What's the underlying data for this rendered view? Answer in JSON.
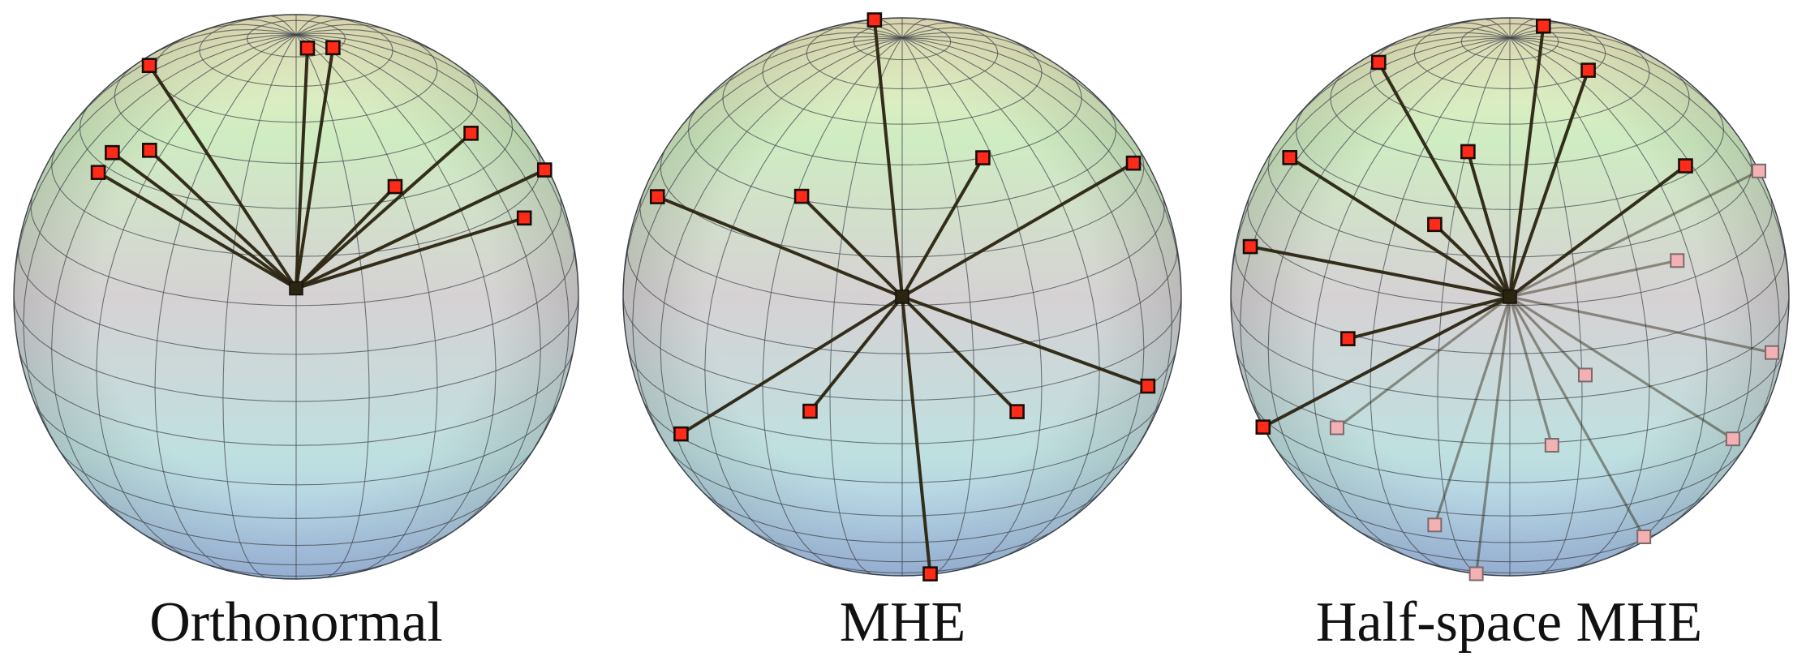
{
  "colors": {
    "top": "#f6f0c4",
    "upper": "#cfecc2",
    "middle": "#d6d2d4",
    "lower": "#bfe0e0",
    "bottom": "#a8c4ec",
    "mesh": "#4a4f55",
    "spoke": "#2a2410",
    "marker_front": "#ff2a17",
    "marker_back": "#f3b1b4"
  },
  "panels": [
    {
      "caption": "Orthonormal",
      "hub": [
        0.0,
        0.03,
        0.999
      ],
      "points": [
        {
          "v": [
            -0.52,
            0.82,
            0.24
          ],
          "front": true
        },
        {
          "v": [
            0.04,
            0.88,
            0.47
          ],
          "front": true
        },
        {
          "v": [
            0.13,
            0.88,
            0.45
          ],
          "front": true
        },
        {
          "v": [
            -0.65,
            0.51,
            0.56
          ],
          "front": true
        },
        {
          "v": [
            -0.7,
            0.44,
            0.56
          ],
          "front": true
        },
        {
          "v": [
            -0.52,
            0.52,
            0.68
          ],
          "front": true
        },
        {
          "v": [
            0.62,
            0.58,
            0.53
          ],
          "front": true
        },
        {
          "v": [
            0.35,
            0.39,
            0.85
          ],
          "front": true
        },
        {
          "v": [
            0.92,
            0.47,
            0.16
          ],
          "front": true
        },
        {
          "v": [
            0.81,
            0.28,
            0.52
          ],
          "front": true
        }
      ]
    },
    {
      "caption": "MHE",
      "hub": [
        0.0,
        0.0,
        1.0
      ],
      "points": [
        {
          "v": [
            -0.1,
            1.0,
            0.07
          ],
          "front": true
        },
        {
          "v": [
            0.29,
            0.5,
            0.82
          ],
          "front": true
        },
        {
          "v": [
            0.83,
            0.48,
            0.29
          ],
          "front": true
        },
        {
          "v": [
            -0.88,
            0.36,
            0.32
          ],
          "front": true
        },
        {
          "v": [
            -0.36,
            0.36,
            0.86
          ],
          "front": true
        },
        {
          "v": [
            0.88,
            -0.32,
            0.35
          ],
          "front": true
        },
        {
          "v": [
            -0.79,
            -0.49,
            0.36
          ],
          "front": true
        },
        {
          "v": [
            -0.33,
            -0.41,
            0.85
          ],
          "front": true
        },
        {
          "v": [
            0.41,
            -0.41,
            0.81
          ],
          "front": true
        },
        {
          "v": [
            0.1,
            -0.99,
            0.06
          ],
          "front": true
        }
      ]
    },
    {
      "caption": "Half-space MHE",
      "hub": [
        0.0,
        0.0,
        1.0
      ],
      "points": [
        {
          "v": [
            -0.47,
            0.84,
            0.27
          ],
          "front": true
        },
        {
          "v": [
            0.12,
            0.97,
            0.21
          ],
          "front": true
        },
        {
          "v": [
            0.28,
            0.81,
            0.51
          ],
          "front": true
        },
        {
          "v": [
            -0.79,
            0.5,
            0.36
          ],
          "front": true
        },
        {
          "v": [
            -0.15,
            0.52,
            0.84
          ],
          "front": true
        },
        {
          "v": [
            0.63,
            0.47,
            0.62
          ],
          "front": true
        },
        {
          "v": [
            -0.27,
            0.26,
            0.93
          ],
          "front": true
        },
        {
          "v": [
            -0.93,
            0.18,
            0.32
          ],
          "front": true
        },
        {
          "v": [
            -0.58,
            -0.15,
            0.8
          ],
          "front": true
        },
        {
          "v": [
            -0.89,
            -0.47,
            0.0
          ],
          "front": true
        },
        {
          "v": [
            0.91,
            0.46,
            0.0
          ],
          "front": false
        },
        {
          "v": [
            0.6,
            0.13,
            0.79
          ],
          "front": false
        },
        {
          "v": [
            0.94,
            -0.2,
            0.28
          ],
          "front": false
        },
        {
          "v": [
            0.27,
            -0.28,
            0.92
          ],
          "front": false
        },
        {
          "v": [
            -0.62,
            -0.47,
            0.63
          ],
          "front": false
        },
        {
          "v": [
            0.15,
            -0.53,
            0.83
          ],
          "front": false
        },
        {
          "v": [
            0.8,
            -0.51,
            0.32
          ],
          "front": false
        },
        {
          "v": [
            -0.27,
            -0.82,
            0.51
          ],
          "front": false
        },
        {
          "v": [
            0.48,
            -0.86,
            0.17
          ],
          "front": false
        },
        {
          "v": [
            -0.12,
            -0.99,
            0.0
          ],
          "front": false
        }
      ]
    }
  ]
}
